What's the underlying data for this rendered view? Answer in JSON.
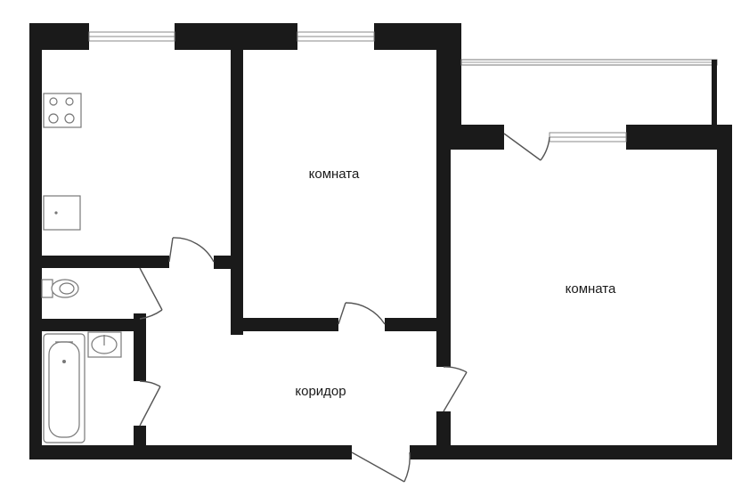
{
  "labels": {
    "room_1": "комната",
    "room_2": "комната",
    "corridor": "коридор"
  },
  "colors": {
    "wall": "#1a1a1a",
    "background": "#ffffff",
    "fixture_stroke": "#777777"
  }
}
